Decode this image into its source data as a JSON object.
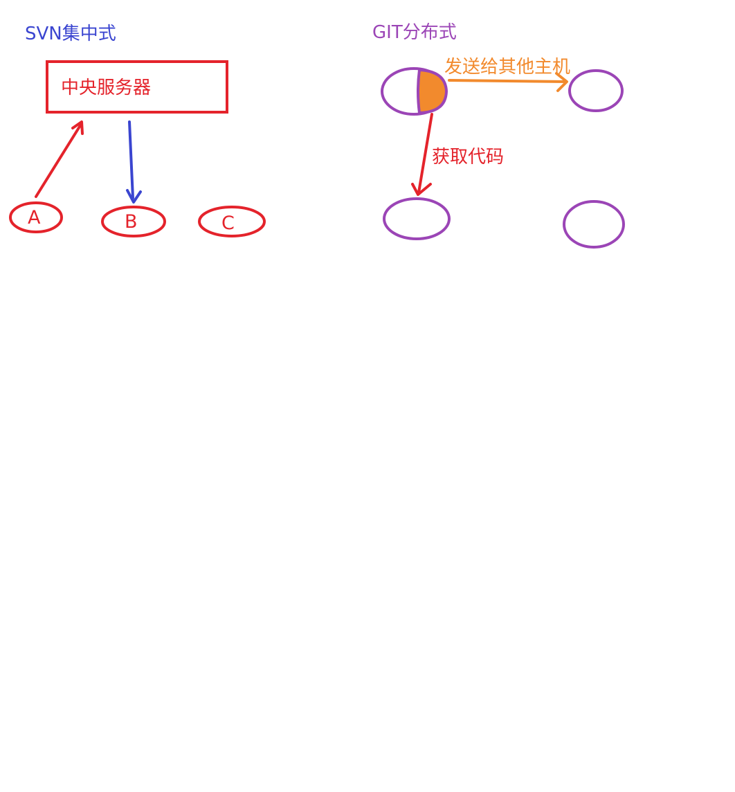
{
  "svn": {
    "title": "SVN集中式",
    "server_label": "中央服务器",
    "nodes": [
      "A",
      "B",
      "C"
    ]
  },
  "git": {
    "title": "GIT分布式",
    "send_label": "发送给其他主机",
    "fetch_label": "获取代码"
  },
  "colors": {
    "svn_title": "#3a45d0",
    "git_title": "#9b45b6",
    "red": "#e4232b",
    "orange": "#f28a2d",
    "purple": "#9b45b6"
  },
  "icons": {
    "upload": "arrow-up-right-icon",
    "download": "arrow-down-icon",
    "send": "arrow-right-icon",
    "fetch": "arrow-down-icon"
  }
}
